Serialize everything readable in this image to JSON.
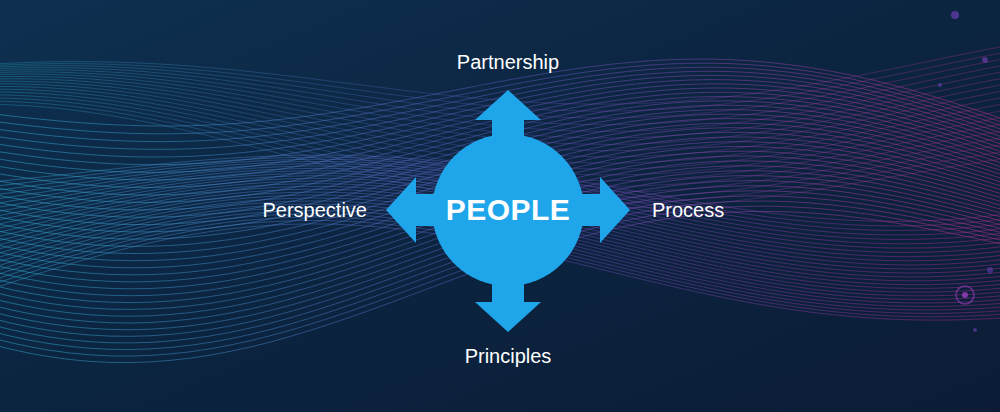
{
  "diagram": {
    "nodes": [
      {
        "text": [
          "PEOPLE"
        ]
      }
    ],
    "labels": [
      "Partnership",
      "Perspective",
      "Process",
      "Principles"
    ]
  }
}
